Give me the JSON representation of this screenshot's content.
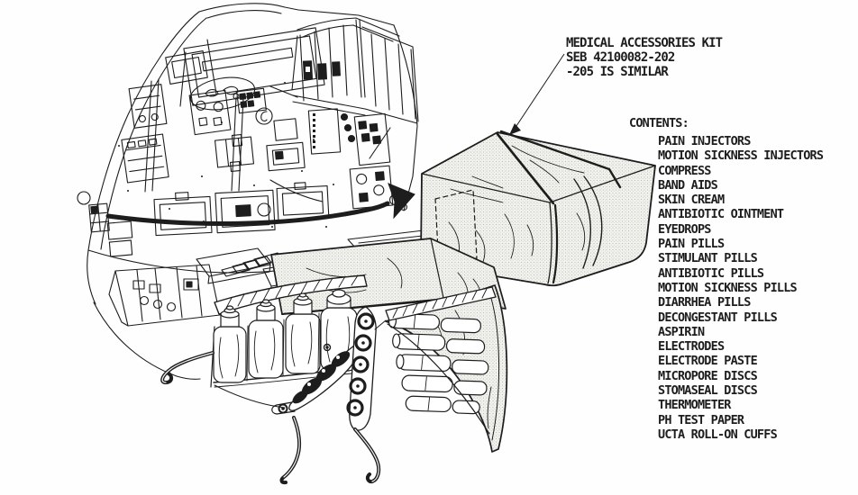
{
  "figure_label": {
    "line1": "MEDICAL ACCESSORIES KIT",
    "line2": "SEB 42100082-202",
    "line3": "-205 IS SIMILAR"
  },
  "contents": {
    "heading": "CONTENTS:",
    "items": [
      "PAIN INJECTORS",
      "MOTION SICKNESS INJECTORS",
      "COMPRESS",
      "BAND AIDS",
      "SKIN CREAM",
      "ANTIBIOTIC OINTMENT",
      "EYEDROPS",
      "PAIN PILLS",
      "STIMULANT PILLS",
      "ANTIBIOTIC PILLS",
      "MOTION SICKNESS PILLS",
      "DIARRHEA PILLS",
      "DECONGESTANT PILLS",
      "ASPIRIN",
      "ELECTRODES",
      "ELECTRODE PASTE",
      "MICROPORE DISCS",
      "STOMASEAL DISCS",
      "THERMOMETER",
      "PH TEST PAPER",
      "UCTA ROLL-ON CUFFS"
    ]
  },
  "colors": {
    "ink": "#1d1d1d",
    "paper": "#fefefe",
    "stipple_dot": "#a8a8a0",
    "stipple_bg": "#f1f1ed"
  }
}
